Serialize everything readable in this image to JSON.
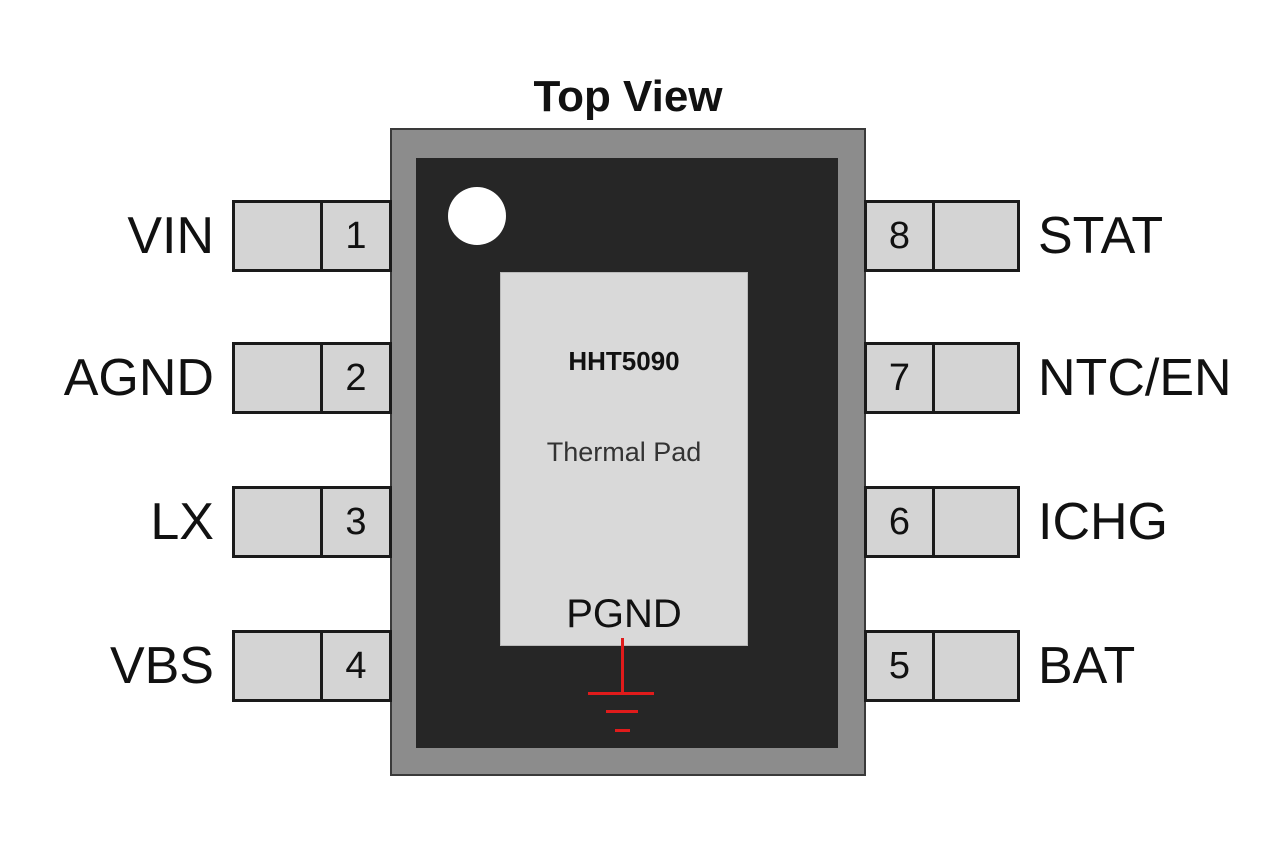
{
  "title": "Top View",
  "package": {
    "part_number": "HHT5090",
    "pad_label": "Thermal Pad",
    "pad_pin": "PGND",
    "ground_symbol": "ground-icon",
    "ground_color": "#e01b1b"
  },
  "pins_left": [
    {
      "number": "1",
      "name": "VIN"
    },
    {
      "number": "2",
      "name": "AGND"
    },
    {
      "number": "3",
      "name": "LX"
    },
    {
      "number": "4",
      "name": "VBS"
    }
  ],
  "pins_right": [
    {
      "number": "8",
      "name": "STAT"
    },
    {
      "number": "7",
      "name": "NTC/EN"
    },
    {
      "number": "6",
      "name": "ICHG"
    },
    {
      "number": "5",
      "name": "BAT"
    }
  ]
}
